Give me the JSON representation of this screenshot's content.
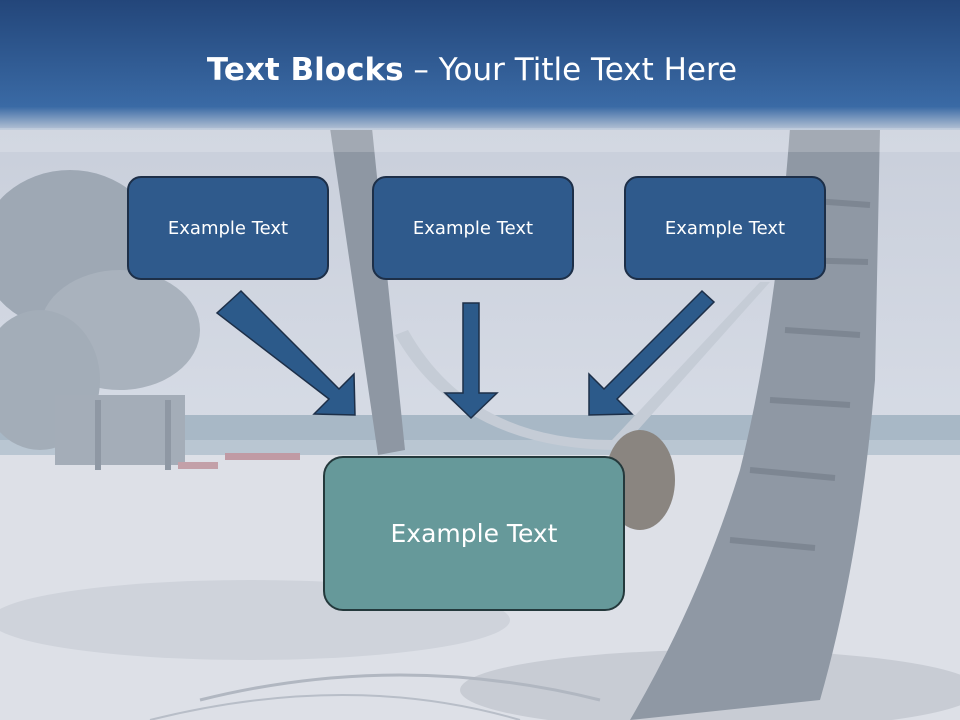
{
  "title": {
    "bold": "Text Blocks",
    "rest": " – Your Title Text Here"
  },
  "blocks": [
    {
      "label": "Example Text"
    },
    {
      "label": "Example Text"
    },
    {
      "label": "Example Text"
    }
  ],
  "target": {
    "label": "Example Text"
  },
  "colors": {
    "header": "#2d5a90",
    "block_fill": "#2f5a8c",
    "target_fill": "#66999a",
    "arrow_fill": "#2c5a8a"
  }
}
